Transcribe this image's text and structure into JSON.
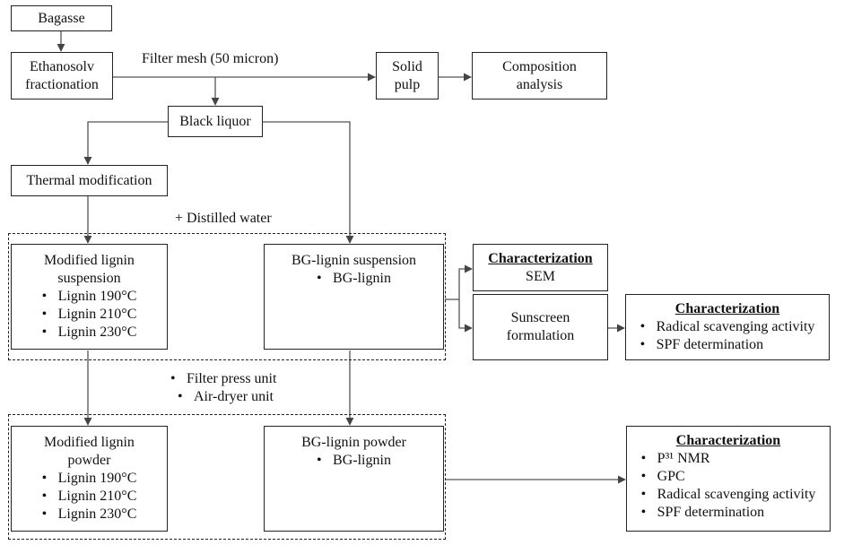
{
  "nodes": {
    "bagasse": "Bagasse",
    "ethanosolv": [
      "Ethanosolv",
      "fractionation"
    ],
    "solid_pulp": [
      "Solid",
      "pulp"
    ],
    "composition": [
      "Composition",
      "analysis"
    ],
    "black_liquor": "Black liquor",
    "thermal_mod": "Thermal modification",
    "mod_susp": {
      "title": [
        "Modified lignin",
        "suspension"
      ],
      "items": [
        "Lignin 190°C",
        "Lignin 210°C",
        "Lignin 230°C"
      ]
    },
    "bg_susp": {
      "title": "BG-lignin suspension",
      "items": [
        "BG-lignin"
      ]
    },
    "char_sem": {
      "heading": "Characterization",
      "items": [
        "SEM"
      ]
    },
    "sunscreen": [
      "Sunscreen",
      "formulation"
    ],
    "char_sunscreen": {
      "heading": "Characterization",
      "items": [
        "Radical scavenging activity",
        "SPF determination"
      ]
    },
    "mod_powder": {
      "title": [
        "Modified lignin",
        "powder"
      ],
      "items": [
        "Lignin 190°C",
        "Lignin 210°C",
        "Lignin 230°C"
      ]
    },
    "bg_powder": {
      "title": "BG-lignin powder",
      "items": [
        "BG-lignin"
      ]
    },
    "char_powder": {
      "heading": "Characterization",
      "items": [
        "P³¹ NMR",
        "GPC",
        "Radical scavenging activity",
        "SPF determination"
      ]
    }
  },
  "labels": {
    "filter_mesh": "Filter mesh (50 micron)",
    "distilled_water": "+ Distilled water",
    "process_steps": [
      "Filter press unit",
      "Air-dryer unit"
    ]
  }
}
